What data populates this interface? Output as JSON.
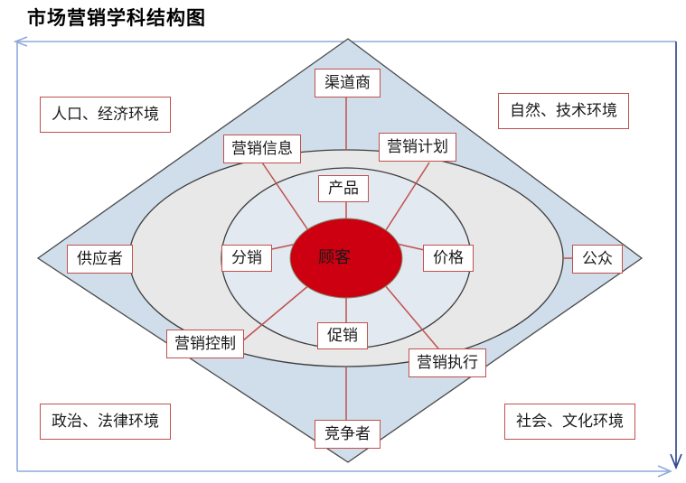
{
  "page": {
    "title": "市场营销学科结构图"
  },
  "colors": {
    "center_fill": "#cc0011",
    "inner_ring_fill": "#e3e9f0",
    "outer_ring_fill": "#e8e8e8",
    "diamond_fill": "#cfdeea",
    "label_border": "#c0504d",
    "frame": "#8faadc",
    "connector": "#c0504d",
    "shape_outline": "#404040"
  },
  "center": {
    "label": "顾客"
  },
  "marketing_mix": [
    {
      "id": "product",
      "label": "产品"
    },
    {
      "id": "price",
      "label": "价格"
    },
    {
      "id": "promotion",
      "label": "促销"
    },
    {
      "id": "place",
      "label": "分销"
    }
  ],
  "marketing_process": [
    {
      "id": "marketing-information",
      "label": "营销信息"
    },
    {
      "id": "marketing-plan",
      "label": "营销计划"
    },
    {
      "id": "marketing-execution",
      "label": "营销执行"
    },
    {
      "id": "marketing-control",
      "label": "营销控制"
    }
  ],
  "micro_environment": [
    {
      "id": "channel",
      "label": "渠道商"
    },
    {
      "id": "public",
      "label": "公众"
    },
    {
      "id": "competitor",
      "label": "竞争者"
    },
    {
      "id": "supplier",
      "label": "供应者"
    }
  ],
  "macro_environment": [
    {
      "id": "demographic-economic",
      "label": "人口、经济环境"
    },
    {
      "id": "natural-technological",
      "label": "自然、技术环境"
    },
    {
      "id": "political-legal",
      "label": "政治、法律环境"
    },
    {
      "id": "social-cultural",
      "label": "社会、文化环境"
    }
  ]
}
